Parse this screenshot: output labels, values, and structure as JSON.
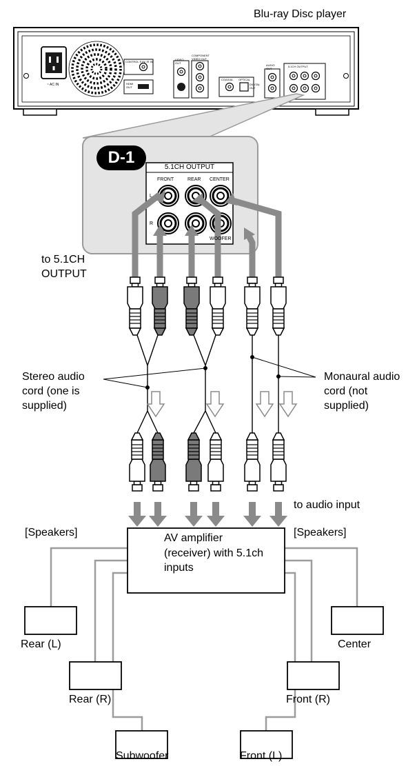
{
  "device": {
    "title": "Blu-ray Disc player",
    "panel_labels": {
      "ac_in": "~ AC IN",
      "control": "CONTROL S IN/ IR IN",
      "hdmi": "HDMI OUT",
      "video_out": "VIDEO OUT",
      "component": "COMPONENT VIDEO OUT",
      "coaxial": "COAXIAL",
      "optical": "OPTICAL",
      "digital_out": "DIGITAL OUT",
      "audio_out": "AUDIO OUT",
      "output_51": "5.1CH OUTPUT"
    }
  },
  "callout": {
    "badge": "D-1",
    "title": "5.1CH OUTPUT",
    "front": "FRONT",
    "rear": "REAR",
    "center": "CENTER",
    "left": "L",
    "right": "R",
    "woofer": "WOOFER"
  },
  "labels": {
    "to_output": "to 5.1CH OUTPUT",
    "stereo_cord": "Stereo audio cord (one is supplied)",
    "mono_cord": "Monaural audio cord (not supplied)",
    "to_audio_input": "to audio input",
    "speakers_left": "[Speakers]",
    "speakers_right": "[Speakers]"
  },
  "amplifier": {
    "label": "AV amplifier (receiver) with 5.1ch inputs"
  },
  "speakers": {
    "rear_l": "Rear (L)",
    "rear_r": "Rear (R)",
    "subwoofer": "Subwoofer",
    "center": "Center",
    "front_r": "Front (R)",
    "front_l": "Front (L)"
  },
  "colors": {
    "panel_line": "#1a1a1a",
    "callout_bg": "#e4e4e4",
    "callout_border": "#9a9a9a",
    "arrow": "#8a8a8a",
    "gray_plug": "#7a7a7a",
    "speaker_wire": "#9c9c9c"
  }
}
